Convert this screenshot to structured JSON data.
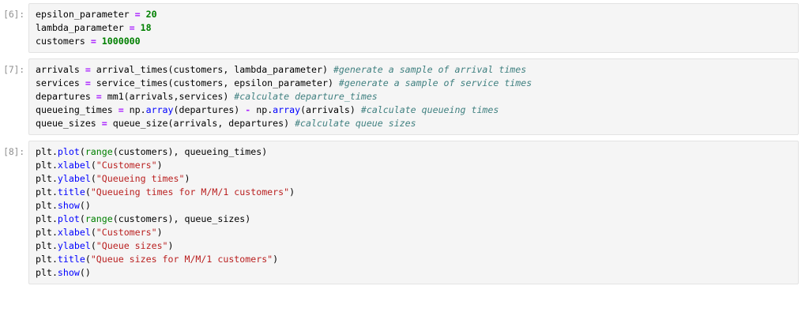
{
  "notebook": {
    "colors": {
      "cell_background": "#f5f5f5",
      "cell_border": "#e3e3e3",
      "prompt": "#919191",
      "operator": "#aa22ff",
      "number": "#008000",
      "string": "#ba2121",
      "function": "#0000ff",
      "builtin": "#008000",
      "comment": "#408080",
      "plain": "#000000",
      "page_background": "#ffffff"
    },
    "cells": [
      {
        "prompt_label": "[6]:",
        "execution_count": 6,
        "lines": [
          [
            {
              "t": "epsilon_parameter ",
              "c": "plain"
            },
            {
              "t": "=",
              "c": "op"
            },
            {
              "t": " ",
              "c": "plain"
            },
            {
              "t": "20",
              "c": "num"
            }
          ],
          [
            {
              "t": "lambda_parameter ",
              "c": "plain"
            },
            {
              "t": "=",
              "c": "op"
            },
            {
              "t": " ",
              "c": "plain"
            },
            {
              "t": "18",
              "c": "num"
            }
          ],
          [
            {
              "t": "customers ",
              "c": "plain"
            },
            {
              "t": "=",
              "c": "op"
            },
            {
              "t": " ",
              "c": "plain"
            },
            {
              "t": "1000000",
              "c": "num"
            }
          ]
        ]
      },
      {
        "prompt_label": "[7]:",
        "execution_count": 7,
        "lines": [
          [
            {
              "t": "arrivals ",
              "c": "plain"
            },
            {
              "t": "=",
              "c": "op"
            },
            {
              "t": " arrival_times(customers, lambda_parameter) ",
              "c": "plain"
            },
            {
              "t": "#generate a sample of arrival times",
              "c": "comment"
            }
          ],
          [
            {
              "t": "services ",
              "c": "plain"
            },
            {
              "t": "=",
              "c": "op"
            },
            {
              "t": " service_times(customers, epsilon_parameter) ",
              "c": "plain"
            },
            {
              "t": "#generate a sample of service times",
              "c": "comment"
            }
          ],
          [
            {
              "t": "departures ",
              "c": "plain"
            },
            {
              "t": "=",
              "c": "op"
            },
            {
              "t": " mm1(arrivals,services) ",
              "c": "plain"
            },
            {
              "t": "#calculate departure_times",
              "c": "comment"
            }
          ],
          [
            {
              "t": "queueing_times ",
              "c": "plain"
            },
            {
              "t": "=",
              "c": "op"
            },
            {
              "t": " np.",
              "c": "plain"
            },
            {
              "t": "array",
              "c": "func"
            },
            {
              "t": "(departures) ",
              "c": "plain"
            },
            {
              "t": "-",
              "c": "op"
            },
            {
              "t": " np.",
              "c": "plain"
            },
            {
              "t": "array",
              "c": "func"
            },
            {
              "t": "(arrivals) ",
              "c": "plain"
            },
            {
              "t": "#calculate queueing times",
              "c": "comment"
            }
          ],
          [
            {
              "t": "queue_sizes ",
              "c": "plain"
            },
            {
              "t": "=",
              "c": "op"
            },
            {
              "t": " queue_size(arrivals, departures) ",
              "c": "plain"
            },
            {
              "t": "#calculate queue sizes",
              "c": "comment"
            }
          ]
        ]
      },
      {
        "prompt_label": "[8]:",
        "execution_count": 8,
        "lines": [
          [
            {
              "t": "plt.",
              "c": "plain"
            },
            {
              "t": "plot",
              "c": "func"
            },
            {
              "t": "(",
              "c": "plain"
            },
            {
              "t": "range",
              "c": "builtin"
            },
            {
              "t": "(customers), queueing_times)",
              "c": "plain"
            }
          ],
          [
            {
              "t": "plt.",
              "c": "plain"
            },
            {
              "t": "xlabel",
              "c": "func"
            },
            {
              "t": "(",
              "c": "plain"
            },
            {
              "t": "\"Customers\"",
              "c": "str"
            },
            {
              "t": ")",
              "c": "plain"
            }
          ],
          [
            {
              "t": "plt.",
              "c": "plain"
            },
            {
              "t": "ylabel",
              "c": "func"
            },
            {
              "t": "(",
              "c": "plain"
            },
            {
              "t": "\"Queueing times\"",
              "c": "str"
            },
            {
              "t": ")",
              "c": "plain"
            }
          ],
          [
            {
              "t": "plt.",
              "c": "plain"
            },
            {
              "t": "title",
              "c": "func"
            },
            {
              "t": "(",
              "c": "plain"
            },
            {
              "t": "\"Queueing times for M/M/1 customers\"",
              "c": "str"
            },
            {
              "t": ")",
              "c": "plain"
            }
          ],
          [
            {
              "t": "plt.",
              "c": "plain"
            },
            {
              "t": "show",
              "c": "func"
            },
            {
              "t": "()",
              "c": "plain"
            }
          ],
          [
            {
              "t": "plt.",
              "c": "plain"
            },
            {
              "t": "plot",
              "c": "func"
            },
            {
              "t": "(",
              "c": "plain"
            },
            {
              "t": "range",
              "c": "builtin"
            },
            {
              "t": "(customers), queue_sizes)",
              "c": "plain"
            }
          ],
          [
            {
              "t": "plt.",
              "c": "plain"
            },
            {
              "t": "xlabel",
              "c": "func"
            },
            {
              "t": "(",
              "c": "plain"
            },
            {
              "t": "\"Customers\"",
              "c": "str"
            },
            {
              "t": ")",
              "c": "plain"
            }
          ],
          [
            {
              "t": "plt.",
              "c": "plain"
            },
            {
              "t": "ylabel",
              "c": "func"
            },
            {
              "t": "(",
              "c": "plain"
            },
            {
              "t": "\"Queue sizes\"",
              "c": "str"
            },
            {
              "t": ")",
              "c": "plain"
            }
          ],
          [
            {
              "t": "plt.",
              "c": "plain"
            },
            {
              "t": "title",
              "c": "func"
            },
            {
              "t": "(",
              "c": "plain"
            },
            {
              "t": "\"Queue sizes for M/M/1 customers\"",
              "c": "str"
            },
            {
              "t": ")",
              "c": "plain"
            }
          ],
          [
            {
              "t": "plt.",
              "c": "plain"
            },
            {
              "t": "show",
              "c": "func"
            },
            {
              "t": "()",
              "c": "plain"
            }
          ]
        ]
      }
    ]
  }
}
